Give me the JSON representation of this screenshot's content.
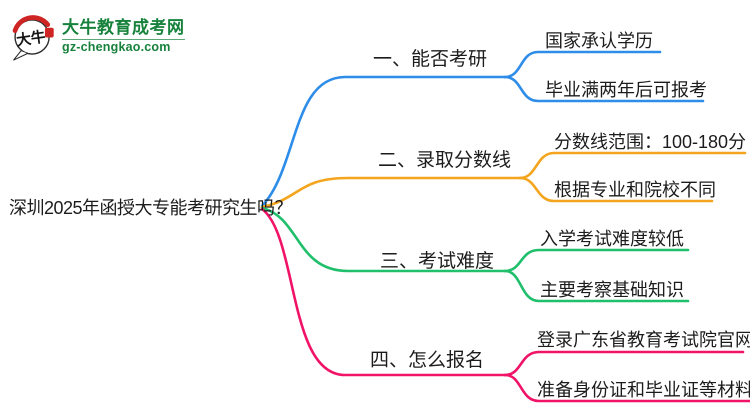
{
  "logo": {
    "icon_text": "大牛",
    "site_name": "大牛教育成考网",
    "site_url": "gz-chengkao.com",
    "brand_green": "#17823C",
    "brand_red": "#CE2424"
  },
  "root": {
    "text": "深圳2025年函授大专能考研究生吗？"
  },
  "branches": [
    {
      "label": "一、能否考研",
      "color": "#2E8DE9",
      "children": [
        {
          "text": "国家承认学历"
        },
        {
          "text": "毕业满两年后可报考"
        }
      ]
    },
    {
      "label": "二、录取分数线",
      "color": "#F5A51D",
      "children": [
        {
          "text": "分数线范围：100-180分"
        },
        {
          "text": "根据专业和院校不同"
        }
      ]
    },
    {
      "label": "三、考试难度",
      "color": "#1FBF6C",
      "children": [
        {
          "text": "入学考试难度较低"
        },
        {
          "text": "主要考察基础知识"
        }
      ]
    },
    {
      "label": "四、怎么报名",
      "color": "#F01368",
      "children": [
        {
          "text": "登录广东省教育考试院官网"
        },
        {
          "text": "准备身份证和毕业证等材料"
        }
      ]
    }
  ]
}
